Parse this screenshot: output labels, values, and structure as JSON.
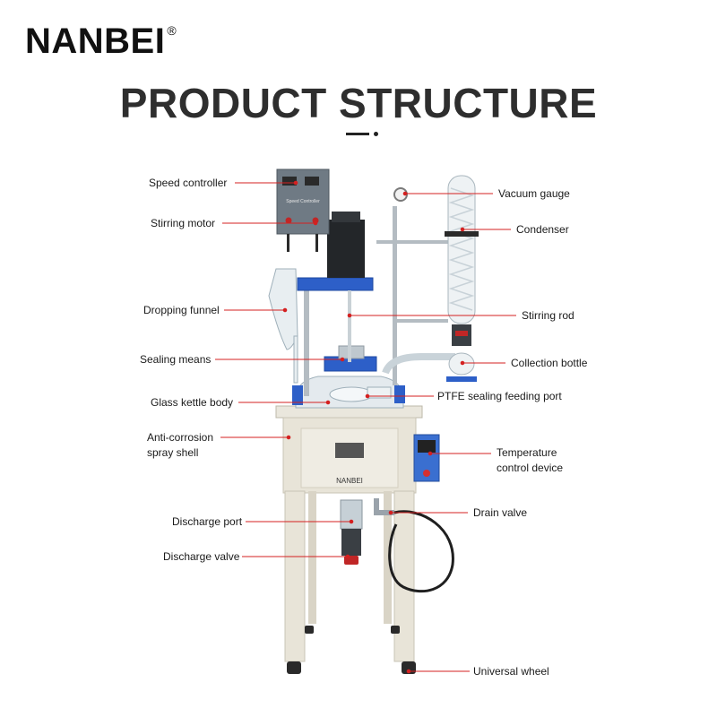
{
  "brand": {
    "name": "NANBEI",
    "registered": "®"
  },
  "title": "PRODUCT STRUCTURE",
  "equipment": {
    "controller_panel_text": "Speed Controller",
    "cabinet_brand": "NANBEI"
  },
  "labels": {
    "left": {
      "speed_controller": "Speed controller",
      "stirring_motor": "Stirring motor",
      "dropping_funnel": "Dropping funnel",
      "sealing_means": "Sealing means",
      "glass_kettle_body": "Glass kettle body",
      "anti_corrosion_1": "Anti-corrosion",
      "anti_corrosion_2": "spray shell",
      "discharge_port": "Discharge port",
      "discharge_valve": "Discharge valve"
    },
    "right": {
      "vacuum_gauge": "Vacuum gauge",
      "condenser": "Condenser",
      "stirring_rod": "Stirring rod",
      "collection_bottle": "Collection bottle",
      "ptfe_port": "PTFE sealing feeding port",
      "temperature_1": "Temperature",
      "temperature_2": "control device",
      "drain_valve": "Drain valve",
      "universal_wheel": "Universal wheel"
    }
  },
  "colors": {
    "leader": "#d42020",
    "frame": "#e8e4d8",
    "metal": "#9aa3ab",
    "blue": "#2d5fc8",
    "glass": "#dfe6ea"
  }
}
